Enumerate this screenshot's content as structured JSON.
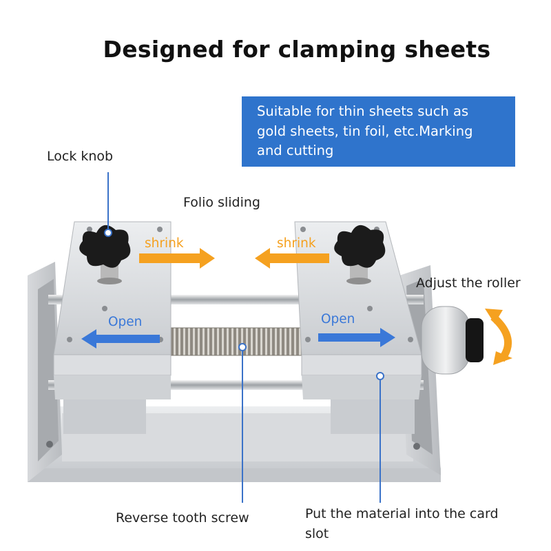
{
  "headline": "Designed for clamping sheets",
  "info_box": {
    "lines": [
      "Suitable for thin sheets such as",
      "gold sheets, tin foil, etc.Marking",
      "and cutting"
    ]
  },
  "callouts": {
    "lock_knob": "Lock knob",
    "folio_sliding": "Folio sliding",
    "adjust_roller": "Adjust the roller",
    "reverse_screw": "Reverse tooth screw",
    "card_slot_line1": "Put the material into the card",
    "card_slot_line2": "slot"
  },
  "arrows": {
    "shrink_left": "shrink",
    "shrink_right": "shrink",
    "open_left": "Open",
    "open_right": "Open"
  },
  "colors": {
    "accent_blue": "#2f74cc",
    "arrow_orange": "#f5a120",
    "arrow_blue": "#3a78d8",
    "leader_blue": "#3a72c8"
  }
}
